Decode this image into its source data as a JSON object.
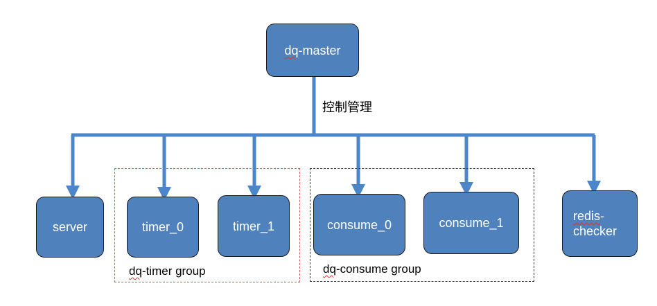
{
  "nodes": {
    "master": {
      "prefix": "dq",
      "rest": "-master"
    },
    "server": "server",
    "timer_0": "timer_0",
    "timer_1": "timer_1",
    "consume_0": "consume_0",
    "consume_1": "consume_1",
    "redis_checker": {
      "line1": "redis",
      "line1_suffix": "-",
      "line2": "checker"
    }
  },
  "edge_label": "控制管理",
  "groups": {
    "timer": {
      "prefix": "dq",
      "rest": "-timer group"
    },
    "consume": {
      "prefix": "dq",
      "rest": "-consume group"
    }
  },
  "colors": {
    "node_fill": "#4f81bd",
    "connector": "#4a86c8",
    "timer_group_border": "#d9534f",
    "consume_group_border": "#333333"
  }
}
